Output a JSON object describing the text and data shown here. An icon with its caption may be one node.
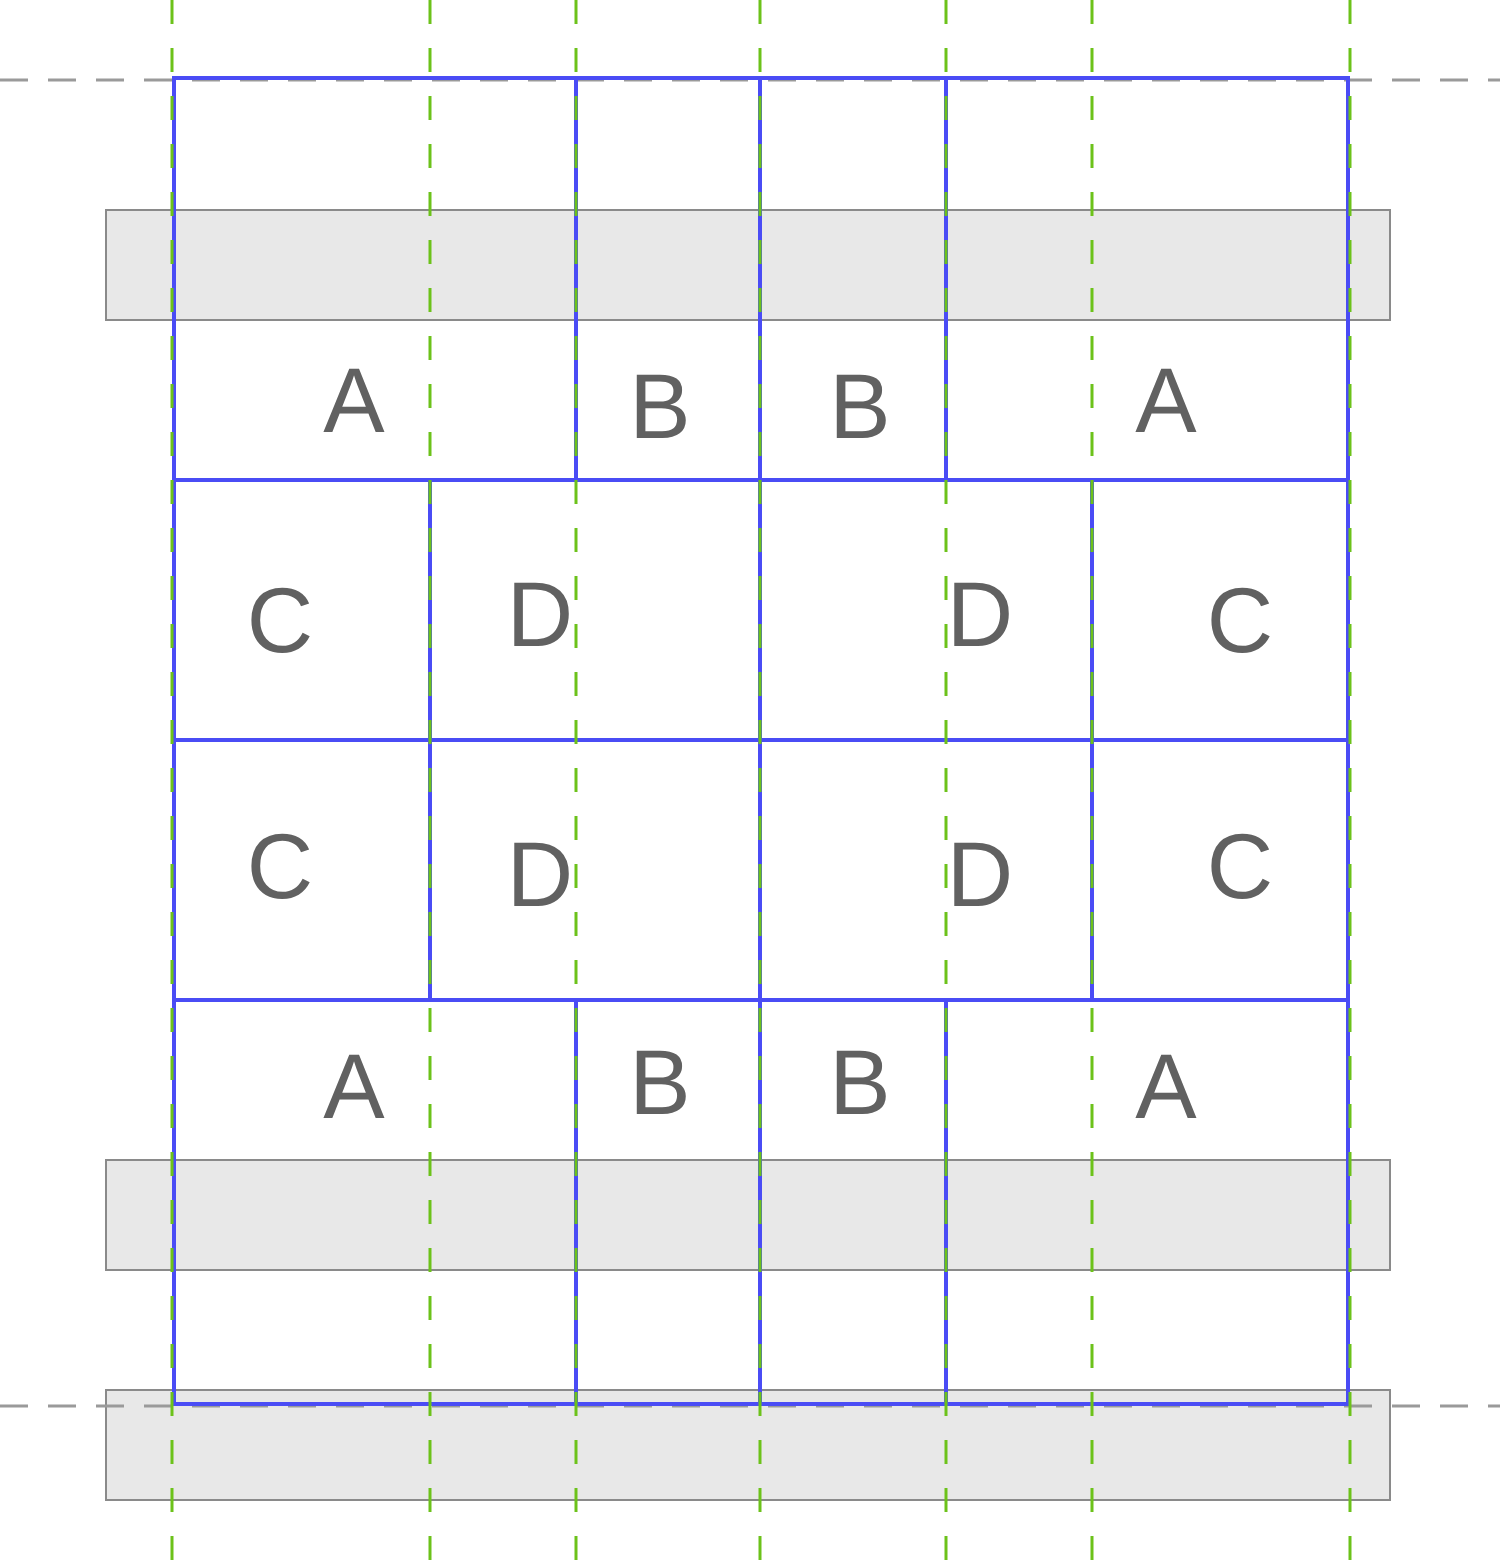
{
  "diagram": {
    "nodes": [
      {
        "text": [
          "A"
        ]
      },
      {
        "text": [
          "B"
        ]
      },
      {
        "text": [
          "B"
        ]
      },
      {
        "text": [
          "A"
        ]
      },
      {
        "text": [
          "C"
        ]
      },
      {
        "text": [
          "D"
        ]
      },
      {
        "text": [
          "D"
        ]
      },
      {
        "text": [
          "C"
        ]
      },
      {
        "text": [
          "C"
        ]
      },
      {
        "text": [
          "D"
        ]
      },
      {
        "text": [
          "D"
        ]
      },
      {
        "text": [
          "C"
        ]
      },
      {
        "text": [
          "A"
        ]
      },
      {
        "text": [
          "B"
        ]
      },
      {
        "text": [
          "B"
        ]
      },
      {
        "text": [
          "A"
        ]
      },
      {
        "text": [],
        "shape": "bar"
      },
      {
        "text": [],
        "shape": "bar"
      },
      {
        "text": [],
        "shape": "bar"
      }
    ]
  }
}
